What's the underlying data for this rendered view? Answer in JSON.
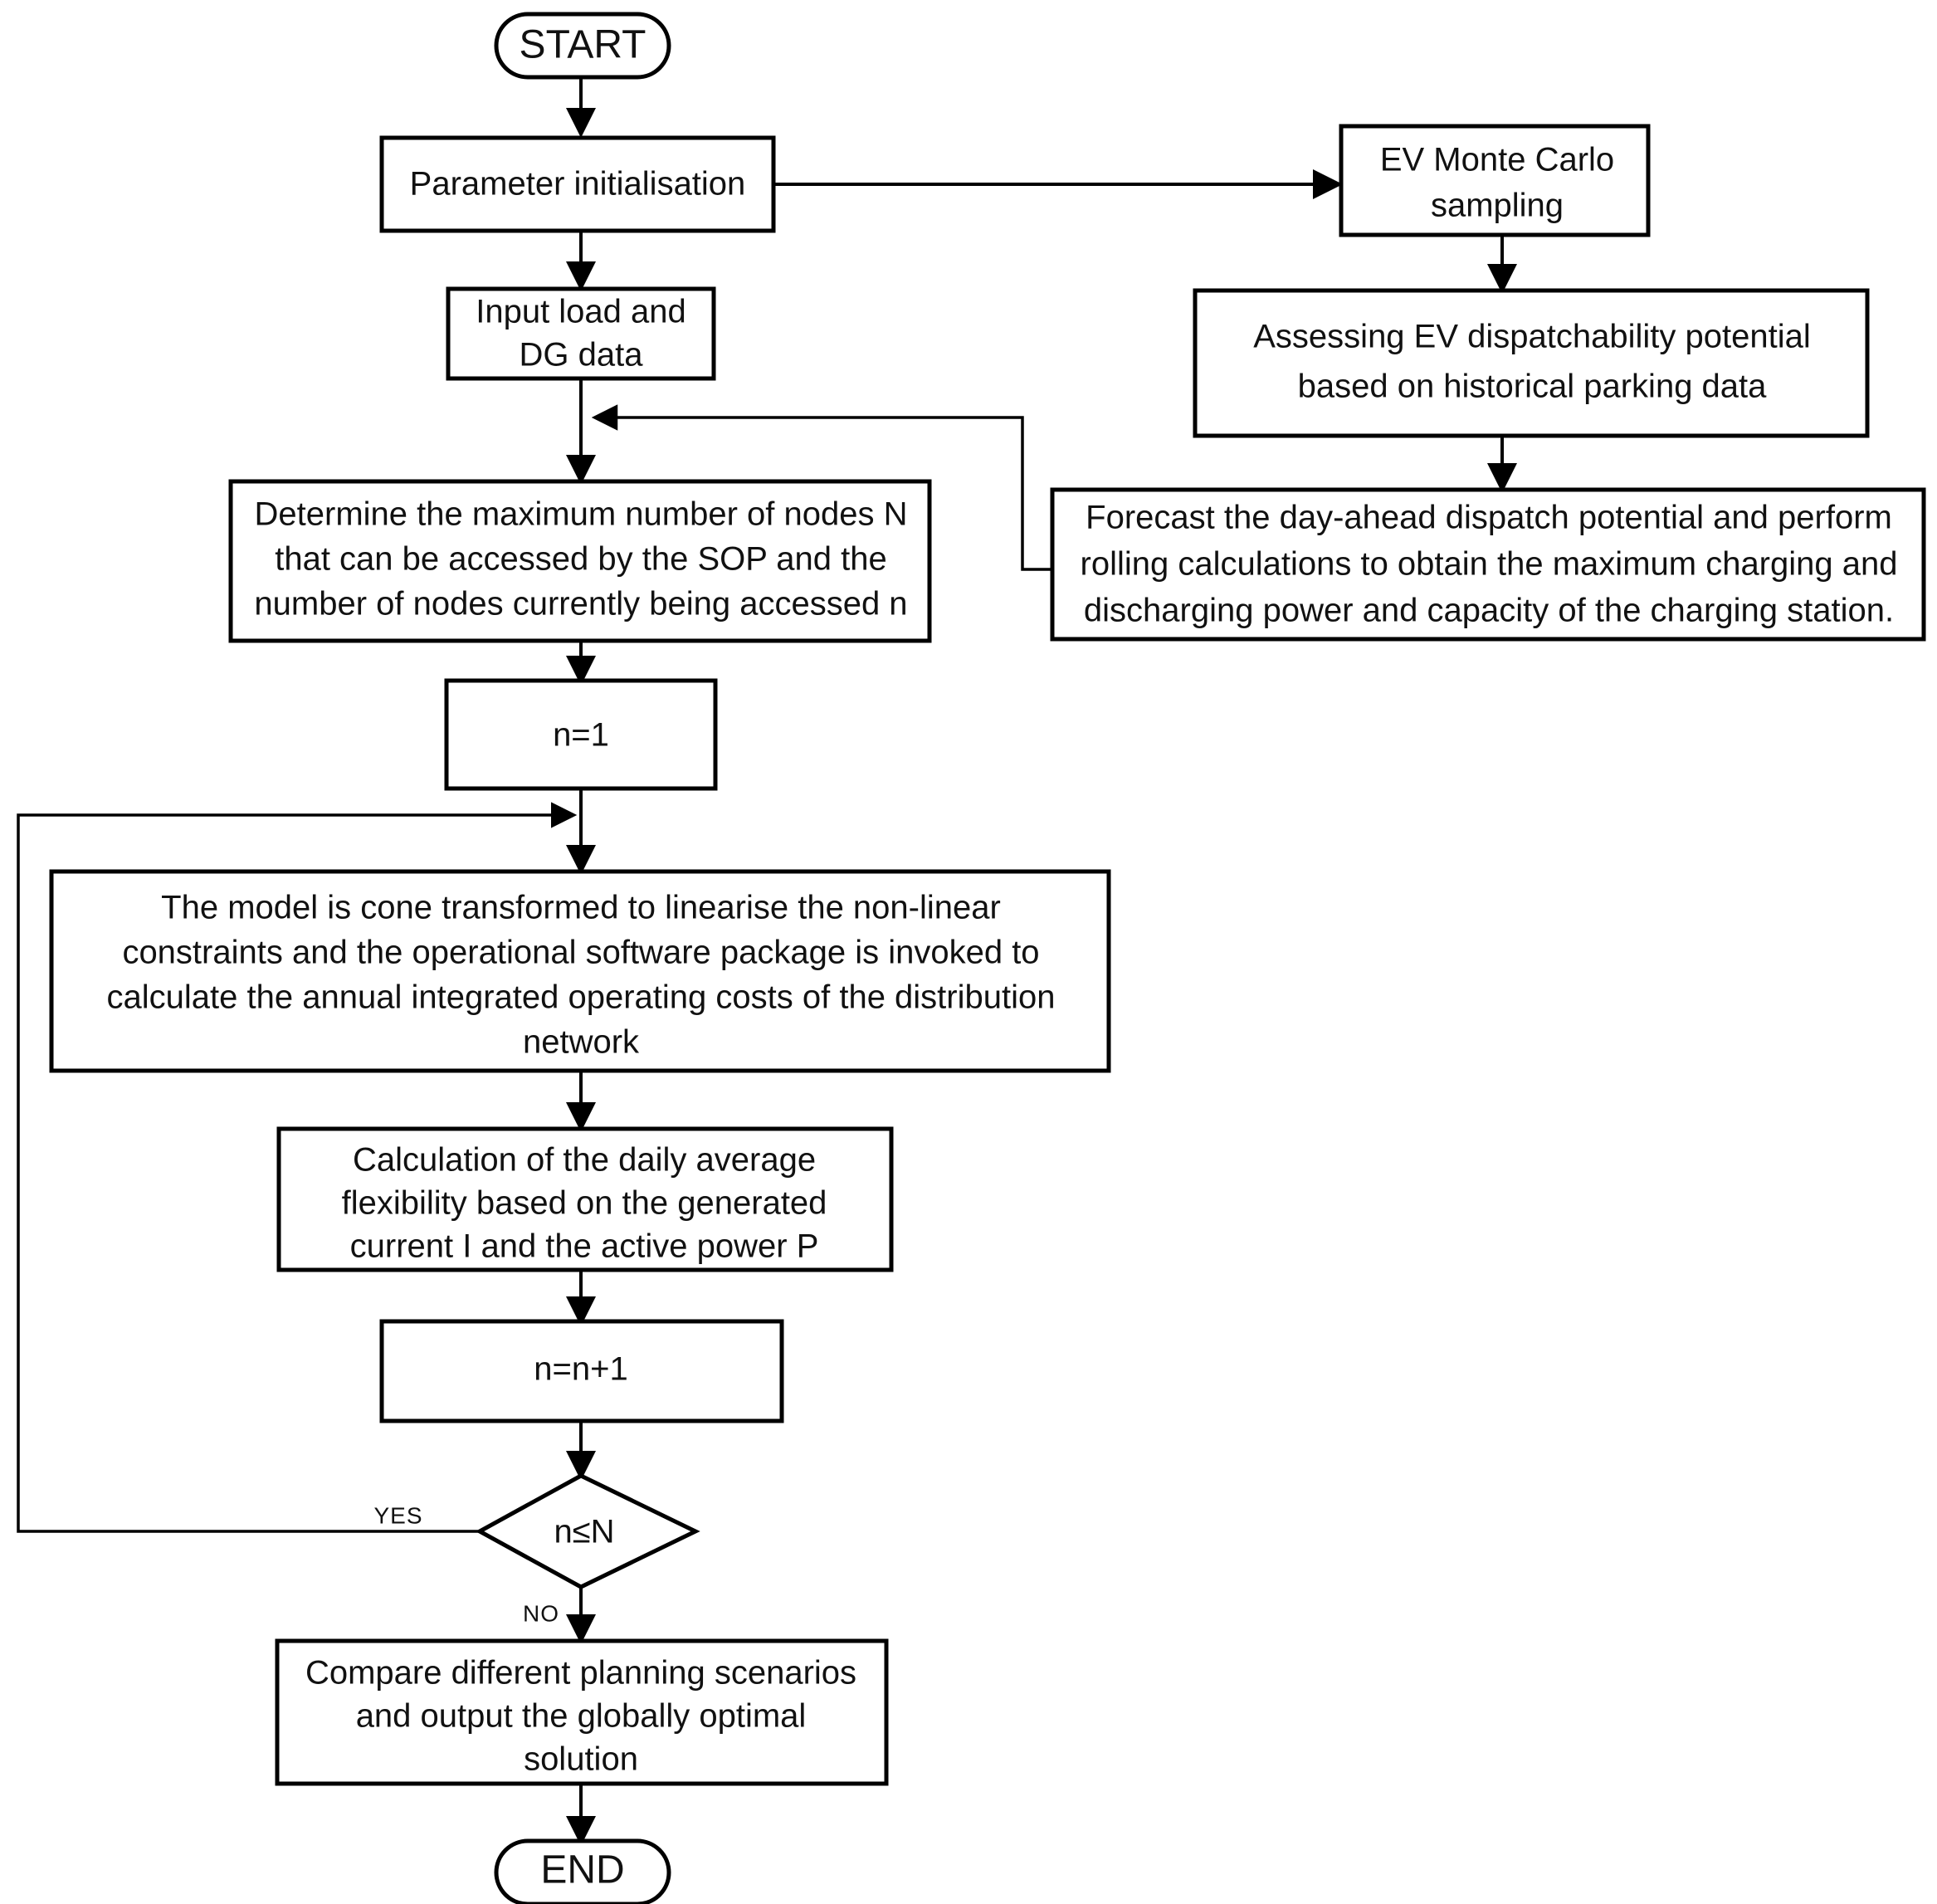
{
  "diagram": {
    "title": "EV-integrated distribution network planning flowchart",
    "colors": {
      "stroke": "#000000",
      "fill": "#ffffff",
      "text": "#111111"
    },
    "nodes": [
      {
        "id": "start",
        "shape": "terminator",
        "lines": [
          "START"
        ]
      },
      {
        "id": "param_init",
        "shape": "process",
        "lines": [
          "Parameter initialisation"
        ]
      },
      {
        "id": "input_data",
        "shape": "process",
        "lines": [
          "Input load and",
          "DG data"
        ]
      },
      {
        "id": "determine_n",
        "shape": "process",
        "lines": [
          "Determine the maximum number of nodes N",
          "that can be accessed by the SOP and the",
          "number of nodes currently being accessed n"
        ]
      },
      {
        "id": "n_eq_1",
        "shape": "process",
        "lines": [
          "n=1"
        ]
      },
      {
        "id": "cone",
        "shape": "process",
        "lines": [
          "The model is cone transformed to linearise the non-linear",
          "constraints and the operational software package is invoked to",
          "calculate the annual integrated operating costs of the distribution",
          "network"
        ]
      },
      {
        "id": "flex_calc",
        "shape": "process",
        "lines": [
          "Calculation of the daily average",
          "flexibility based on the generated",
          "current I and the active power P"
        ]
      },
      {
        "id": "n_inc",
        "shape": "process",
        "lines": [
          "n=n+1"
        ]
      },
      {
        "id": "decision",
        "shape": "decision",
        "lines": [
          "n≤N"
        ]
      },
      {
        "id": "compare",
        "shape": "process",
        "lines": [
          "Compare different planning scenarios",
          "and output the globally optimal",
          "solution"
        ]
      },
      {
        "id": "end",
        "shape": "terminator",
        "lines": [
          "END"
        ]
      },
      {
        "id": "mc_sampling",
        "shape": "process",
        "lines": [
          "EV Monte Carlo",
          "sampling"
        ]
      },
      {
        "id": "assess",
        "shape": "process",
        "lines": [
          "Assessing EV dispatchability potential",
          "based on historical parking data"
        ]
      },
      {
        "id": "forecast",
        "shape": "process",
        "lines": [
          "Forecast the day-ahead dispatch potential and perform",
          "rolling calculations to obtain the maximum charging and",
          "discharging power and capacity of the charging station."
        ]
      }
    ],
    "edges": [
      {
        "id": "e-start-param",
        "from": "start",
        "to": "param_init",
        "label": ""
      },
      {
        "id": "e-param-input",
        "from": "param_init",
        "to": "input_data",
        "label": ""
      },
      {
        "id": "e-param-mc",
        "from": "param_init",
        "to": "mc_sampling",
        "label": ""
      },
      {
        "id": "e-input-determine",
        "from": "input_data",
        "to": "determine_n",
        "label": ""
      },
      {
        "id": "e-determine-n1",
        "from": "determine_n",
        "to": "n_eq_1",
        "label": ""
      },
      {
        "id": "e-n1-cone",
        "from": "n_eq_1",
        "to": "cone",
        "label": ""
      },
      {
        "id": "e-cone-flex",
        "from": "cone",
        "to": "flex_calc",
        "label": ""
      },
      {
        "id": "e-flex-ninc",
        "from": "flex_calc",
        "to": "n_inc",
        "label": ""
      },
      {
        "id": "e-ninc-decision",
        "from": "n_inc",
        "to": "decision",
        "label": ""
      },
      {
        "id": "e-decision-yes",
        "from": "decision",
        "to": "cone",
        "label": "YES"
      },
      {
        "id": "e-decision-no",
        "from": "decision",
        "to": "compare",
        "label": "NO"
      },
      {
        "id": "e-compare-end",
        "from": "compare",
        "to": "end",
        "label": ""
      },
      {
        "id": "e-mc-assess",
        "from": "mc_sampling",
        "to": "assess",
        "label": ""
      },
      {
        "id": "e-assess-forecast",
        "from": "assess",
        "to": "forecast",
        "label": ""
      },
      {
        "id": "e-forecast-determine",
        "from": "forecast",
        "to": "determine_n",
        "label": ""
      }
    ],
    "edge_labels": {
      "yes": "YES",
      "no": "NO"
    }
  }
}
